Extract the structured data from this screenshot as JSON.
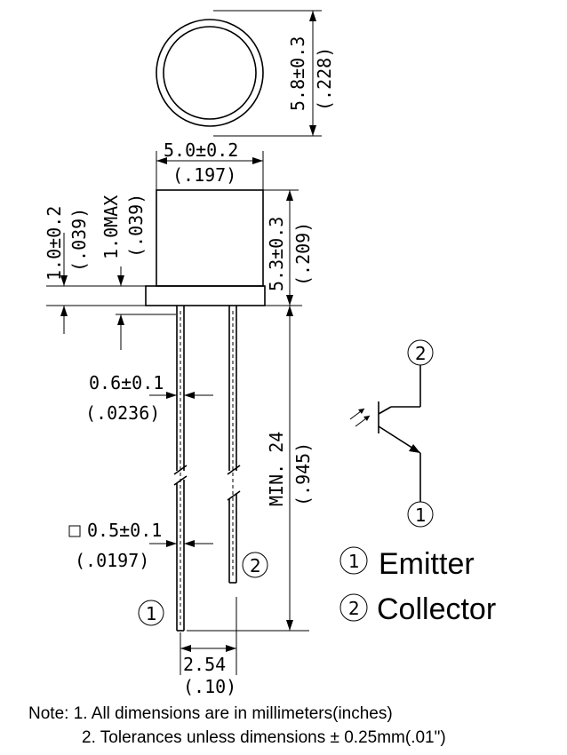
{
  "dimensions": {
    "lens_height_mm": "5.8±0.3",
    "lens_height_in": "(.228)",
    "body_width_mm": "5.0±0.2",
    "body_width_in": "(.197)",
    "flange_height_mm": "1.0±0.2",
    "flange_height_in": "(.039)",
    "flange_max_mm": "1.0MAX",
    "flange_max_in": "(.039)",
    "body_height_mm": "5.3±0.3",
    "body_height_in": "(.209)",
    "lead_width_mm": "0.6±0.1",
    "lead_width_in": "(.0236)",
    "lead_square_mm": "0.5±0.1",
    "lead_square_in": "(.0197)",
    "lead_length_mm": "MIN. 24",
    "lead_length_in": "(.945)",
    "pitch_mm": "2.54",
    "pitch_in": "(.10)"
  },
  "pins": {
    "pin1": "1",
    "pin2": "2"
  },
  "legend": {
    "emitter_num": "1",
    "emitter": "Emitter",
    "collector_num": "2",
    "collector": "Collector"
  },
  "notes": {
    "line1": "Note: 1. All dimensions are in millimeters(inches)",
    "line2": "2. Tolerances unless dimensions ± 0.25mm(.01\")"
  }
}
